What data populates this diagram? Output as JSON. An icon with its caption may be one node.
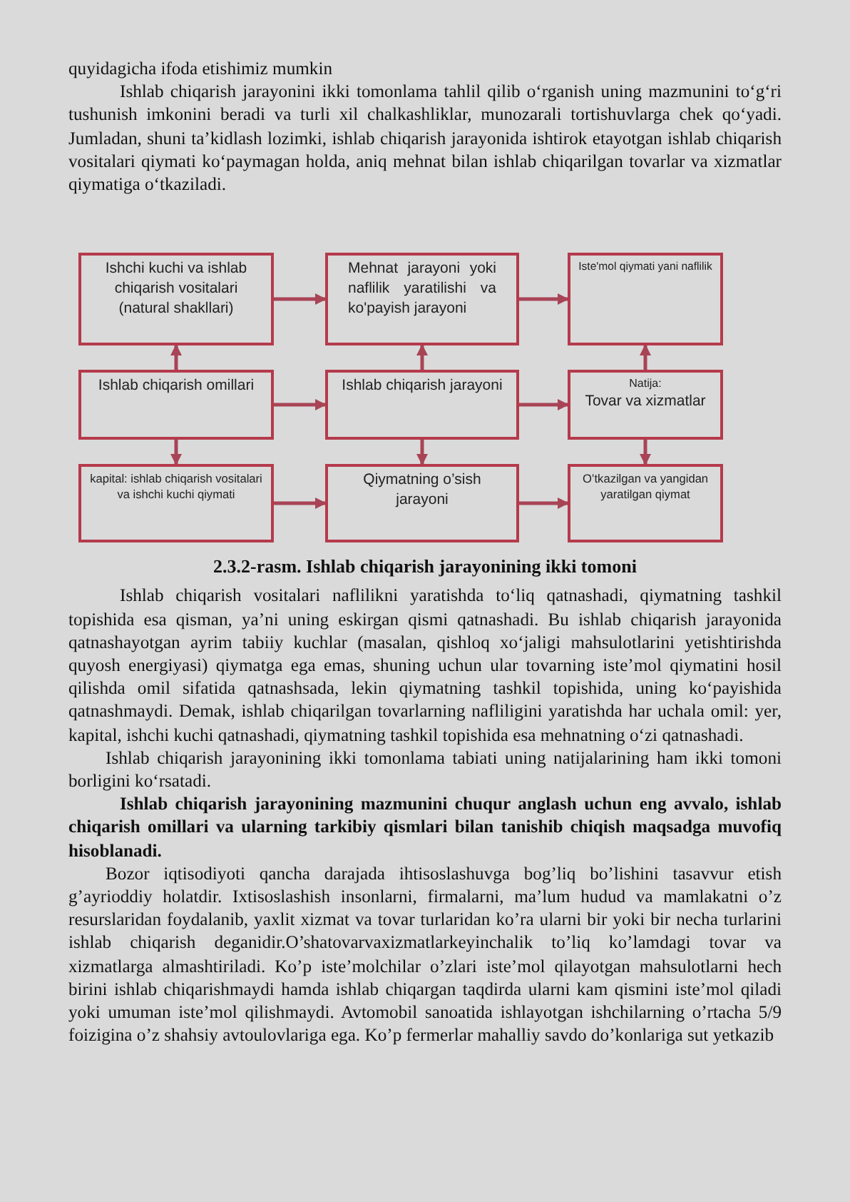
{
  "diagram": {
    "caption": "2.3.2-rasm. Ishlab chiqarish jarayonining ikki tomoni",
    "nodes": [
      {
        "text": [
          "Ishchi kuchi va ishlab chiqarish vositalari (natural shakllari)"
        ]
      },
      {
        "text": [
          "Mehnat jarayoni yoki naflilik yaratilishi va ko'payish jarayoni"
        ]
      },
      {
        "text": [
          "Iste'mol qiymati yani naflilik"
        ]
      },
      {
        "text": [
          "Ishlab chiqarish omillari"
        ]
      },
      {
        "text": [
          "Ishlab chiqarish jarayoni"
        ]
      },
      {
        "text": [
          "Natija:",
          "Tovar va xizmatlar"
        ]
      },
      {
        "text": [
          "kapital: ishlab chiqarish vositalari va ishchi kuchi qiymati"
        ]
      },
      {
        "text": [
          "Qiymatning o’sish jarayoni"
        ]
      },
      {
        "text": [
          "O’tkazilgan va yangidan yaratilgan qiymat"
        ]
      }
    ],
    "edges": [
      {
        "from": 0,
        "to": 1,
        "arrow": "to"
      },
      {
        "from": 1,
        "to": 2,
        "arrow": "to"
      },
      {
        "from": 3,
        "to": 0,
        "arrow": "to"
      },
      {
        "from": 4,
        "to": 1,
        "arrow": "to"
      },
      {
        "from": 5,
        "to": 2,
        "arrow": "to"
      },
      {
        "from": 3,
        "to": 4,
        "arrow": "to"
      },
      {
        "from": 4,
        "to": 5,
        "arrow": "to"
      },
      {
        "from": 3,
        "to": 6,
        "arrow": "to"
      },
      {
        "from": 4,
        "to": 7,
        "arrow": "to"
      },
      {
        "from": 5,
        "to": 8,
        "arrow": "to"
      },
      {
        "from": 6,
        "to": 7,
        "arrow": "to"
      },
      {
        "from": 7,
        "to": 8,
        "arrow": "to"
      }
    ],
    "labels": [
      "quyidagicha ifoda etishimiz mumkin",
      "Ishlab chiqarish jarayonini ikki tomonlama tahlil qilib o‘rganish uning mazmunini to‘g‘ri tushunish imkonini beradi va turli xil chalkashliklar, munozarali tortishuvlarga chek qo‘yadi. Jumladan, shuni ta’kidlash lozimki, ishlab chiqarish jarayonida ishtirok etayotgan ishlab chiqarish vositalari qiymati ko‘paymagan holda, aniq mehnat bilan ishlab chiqarilgan tovarlar va xizmatlar qiymatiga o‘tkaziladi.",
      "Ishlab chiqarish vositalari naflilikni yaratishda to‘liq qatnashadi, qiymatning tashkil topishida esa qisman, ya’ni uning eskirgan qismi qatnashadi. Bu ishlab chiqarish jarayonida qatnashayotgan ayrim tabiiy kuchlar (masalan, qishloq xo‘jaligi mahsulotlarini yetishtirishda quyosh energiyasi) qiymatga ega emas, shuning uchun ular tovarning iste’mol qiymatini hosil qilishda omil sifatida qatnashsada, lekin qiymatning tashkil topishida, uning ko‘payishida qatnashmaydi. Demak, ishlab chiqarilgan tovarlarning nafliligini yaratishda har uchala omil: yer, kapital, ishchi kuchi qatnashadi, qiymatning tashkil topishida esa mehnatning o‘zi qatnashadi.",
      "Ishlab chiqarish jarayonining ikki tomonlama tabiati uning natijalarining ham ikki tomoni borligini ko‘rsatadi.",
      "Ishlab chiqarish jarayonining mazmunini chuqur anglash uchun eng avvalo, ishlab chiqarish omillari va ularning tarkibiy qismlari bilan tanishib chiqish maqsadga muvofiq hisoblanadi.",
      "Bozor iqtisodiyoti qancha darajada ihtisoslashuvga bog’liq bo’lishini tasavvur etish g’ayrioddiy holatdir. Ixtisoslashish insonlarni, firmalarni, ma’lum hudud va mamlakatni o’z resurslaridan foydalanib, yaxlit xizmat va tovar turlaridan ko’ra ularni bir yoki bir necha turlarini ishlab chiqarish deganidir.O’shatovarvaxizmatlarkeyinchalik to’liq ko’lamdagi tovar va xizmatlarga almashtiriladi. Ko’p iste’molchilar o’zlari iste’mol qilayotgan mahsulotlarni hech birini ishlab chiqarishmaydi hamda ishlab chiqargan taqdirda ularni kam qismini iste’mol qiladi yoki umuman iste’mol qilishmaydi. Avtomobil sanoatida ishlayotgan ishchilarning o’rtacha 5/9 foizigina o’z shahsiy avtoulovlariga ega. Ko’p fermerlar mahalliy savdo do’konlariga sut yetkazib"
    ]
  }
}
